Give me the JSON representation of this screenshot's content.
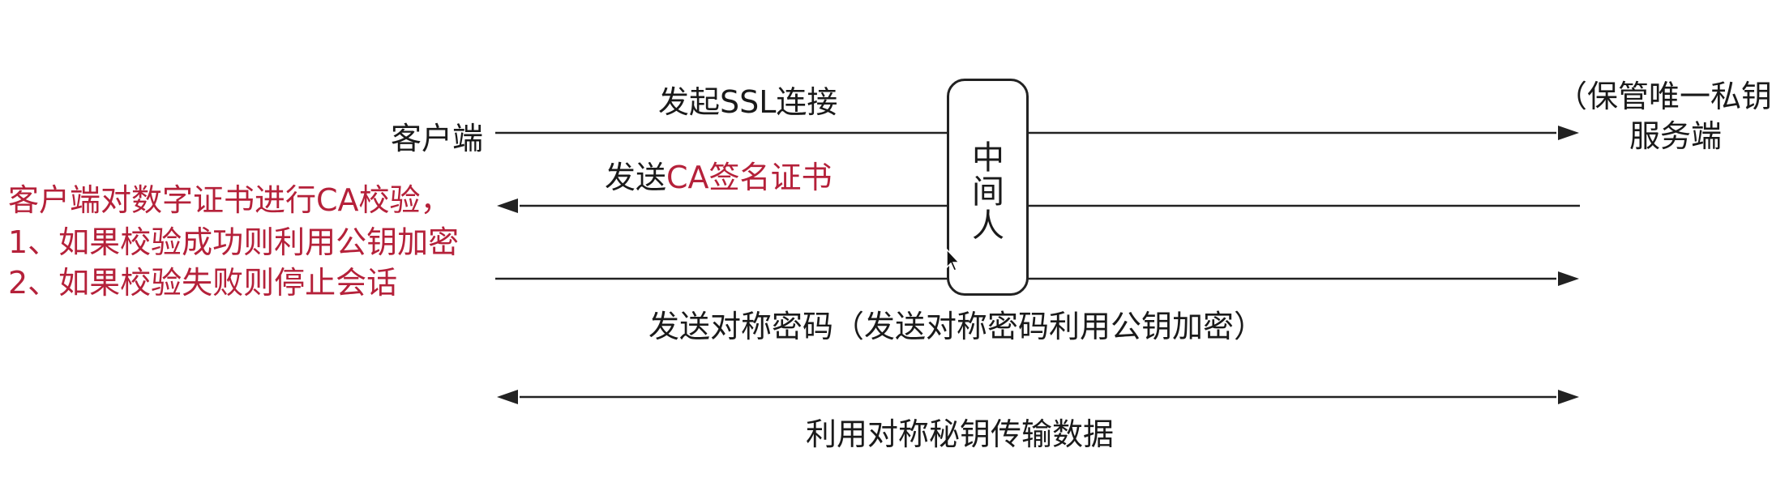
{
  "participants": {
    "client": "客户端",
    "server_note": "（保管唯一私钥",
    "server": "服务端",
    "mitm_chars": [
      "中",
      "间",
      "人"
    ]
  },
  "messages": {
    "ssl_connect": "发起SSL连接",
    "send_ca_prefix": "发送",
    "send_ca_highlight": "CA签名证书",
    "send_symmetric": "发送对称密码（发送对称密码利用公钥加密）",
    "transfer_data": "利用对称秘钥传输数据"
  },
  "client_note": {
    "line1": "客户端对数字证书进行CA校验，",
    "line2": "1、如果校验成功则利用公钥加密",
    "line3": "2、如果校验失败则停止会话"
  },
  "colors": {
    "text": "#1a1a1a",
    "highlight": "#b5213a",
    "line": "#222222"
  }
}
